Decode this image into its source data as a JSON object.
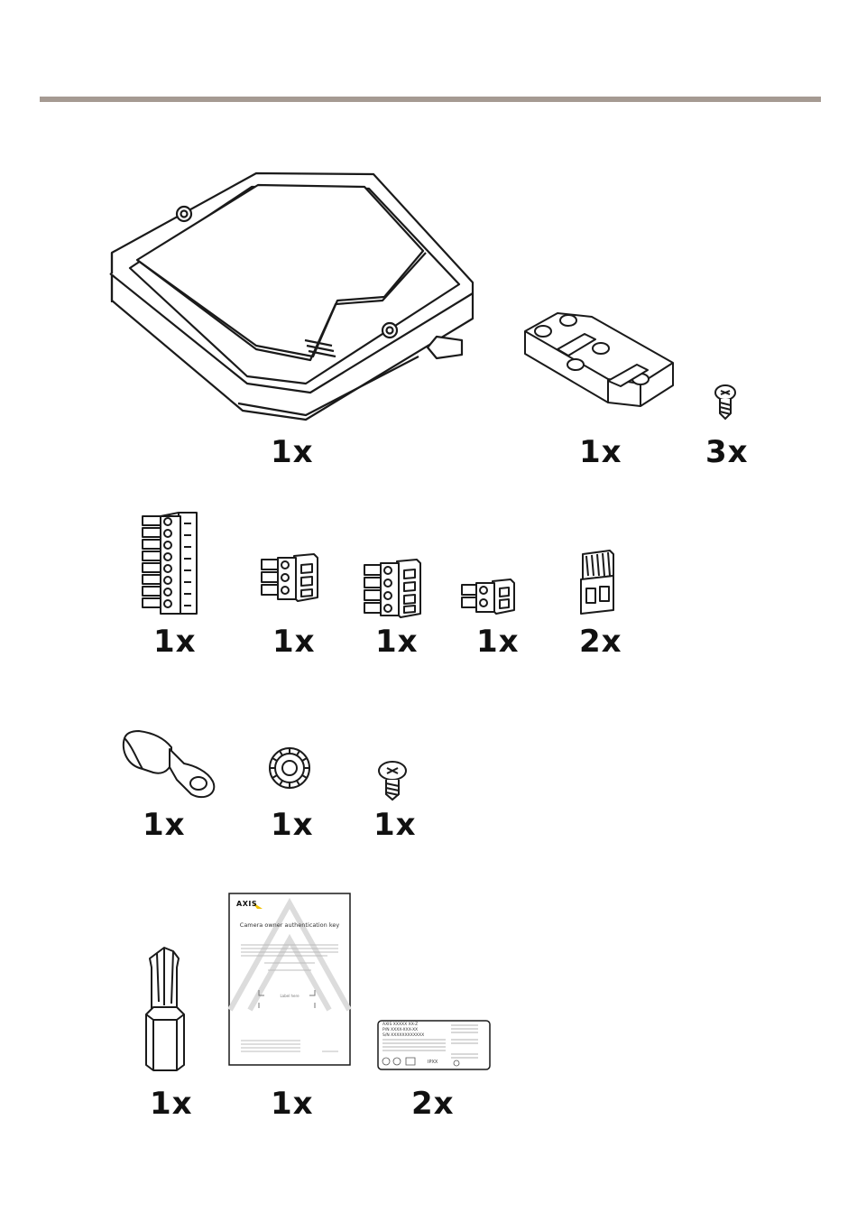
{
  "rows": [
    {
      "items": [
        {
          "name": "main-unit",
          "icon": "io-module-icon",
          "qty": "1x"
        },
        {
          "name": "din-rail-clip",
          "icon": "din-clip-icon",
          "qty": "1x"
        },
        {
          "name": "clip-screw",
          "icon": "screw-icon",
          "qty": "3x"
        }
      ]
    },
    {
      "items": [
        {
          "name": "terminal-block-8pin",
          "icon": "terminal-block-icon",
          "qty": "1x"
        },
        {
          "name": "terminal-block-3pin",
          "icon": "terminal-block-icon",
          "qty": "1x"
        },
        {
          "name": "terminal-block-4pin",
          "icon": "terminal-block-icon",
          "qty": "1x"
        },
        {
          "name": "terminal-block-2pin",
          "icon": "terminal-block-icon",
          "qty": "1x"
        },
        {
          "name": "connector-plug",
          "icon": "plug-connector-icon",
          "qty": "2x"
        }
      ]
    },
    {
      "items": [
        {
          "name": "ring-terminal",
          "icon": "ring-lug-icon",
          "qty": "1x"
        },
        {
          "name": "lock-washer",
          "icon": "washer-icon",
          "qty": "1x"
        },
        {
          "name": "ground-screw",
          "icon": "screw-icon",
          "qty": "1x"
        }
      ]
    },
    {
      "items": [
        {
          "name": "torx-bit",
          "icon": "torx-bit-icon",
          "qty": "1x"
        },
        {
          "name": "auth-key-doc",
          "icon": "document-icon",
          "qty": "1x"
        },
        {
          "name": "label-sticker",
          "icon": "label-icon",
          "qty": "2x"
        }
      ]
    }
  ],
  "document": {
    "brand": "AXIS",
    "title": "Camera owner authentication key",
    "field_label": "Label here"
  },
  "label": {
    "line1": "AXIS XXXXX XX-Z",
    "line2": "P/N XXXX-XXX-XX",
    "line3": "S/N XXXXXXXXXXXX",
    "rating": "IPXX"
  },
  "colors": {
    "rule": "#a59a92",
    "stroke": "#1a1a1a",
    "brand_accent": "#f2c200"
  }
}
